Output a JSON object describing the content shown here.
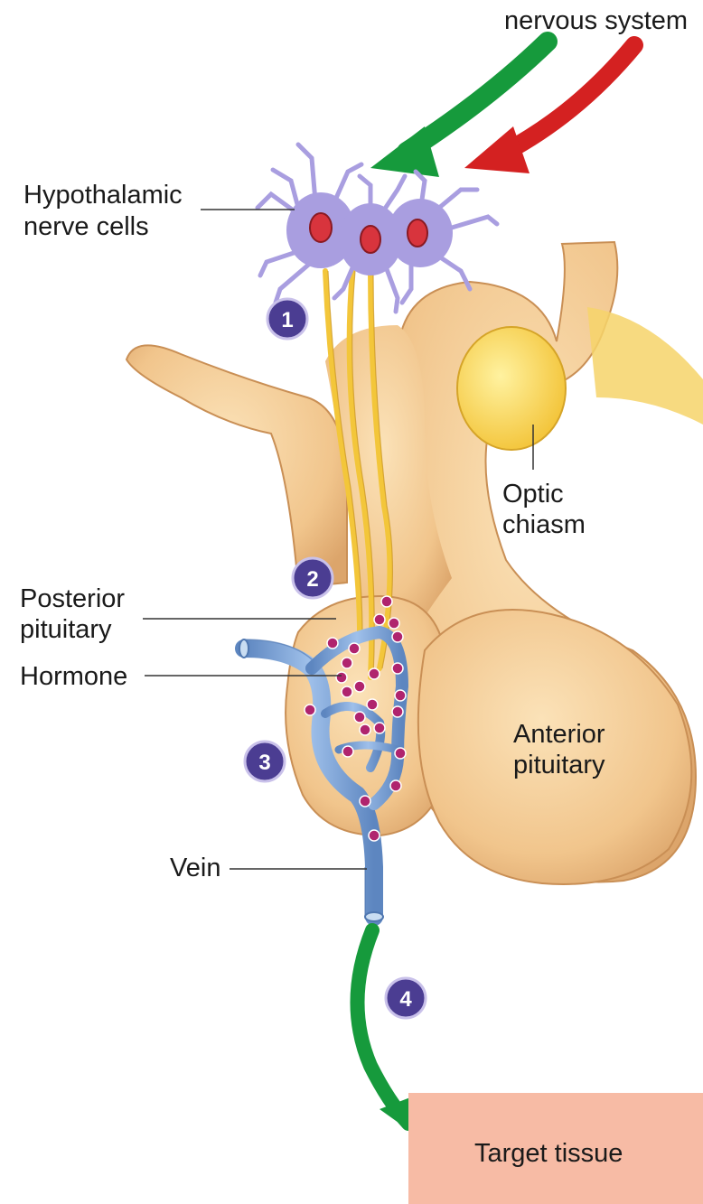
{
  "labels": {
    "nervous_system": "nervous system",
    "hypothalamic_line1": "Hypothalamic",
    "hypothalamic_line2": "nerve cells",
    "optic_line1": "Optic",
    "optic_line2": "chiasm",
    "posterior_line1": "Posterior",
    "posterior_line2": "pituitary",
    "hormone": "Hormone",
    "anterior_line1": "Anterior",
    "anterior_line2": "pituitary",
    "vein": "Vein",
    "target_tissue": "Target tissue"
  },
  "steps": [
    "1",
    "2",
    "3",
    "4"
  ],
  "colors": {
    "tissue": "#f1c58c",
    "tissue_edge": "#c98f55",
    "optic": "#f8d04a",
    "axon": "#f3c63a",
    "neuron": "#a99ee0",
    "nucleus": "#d8343d",
    "vein": "#7aa3d8",
    "hormone_dot": "#b0246e",
    "green_arrow": "#169a3c",
    "red_arrow": "#d42121",
    "step_circle": "#4b3d92",
    "target_box": "#f7bba5"
  }
}
